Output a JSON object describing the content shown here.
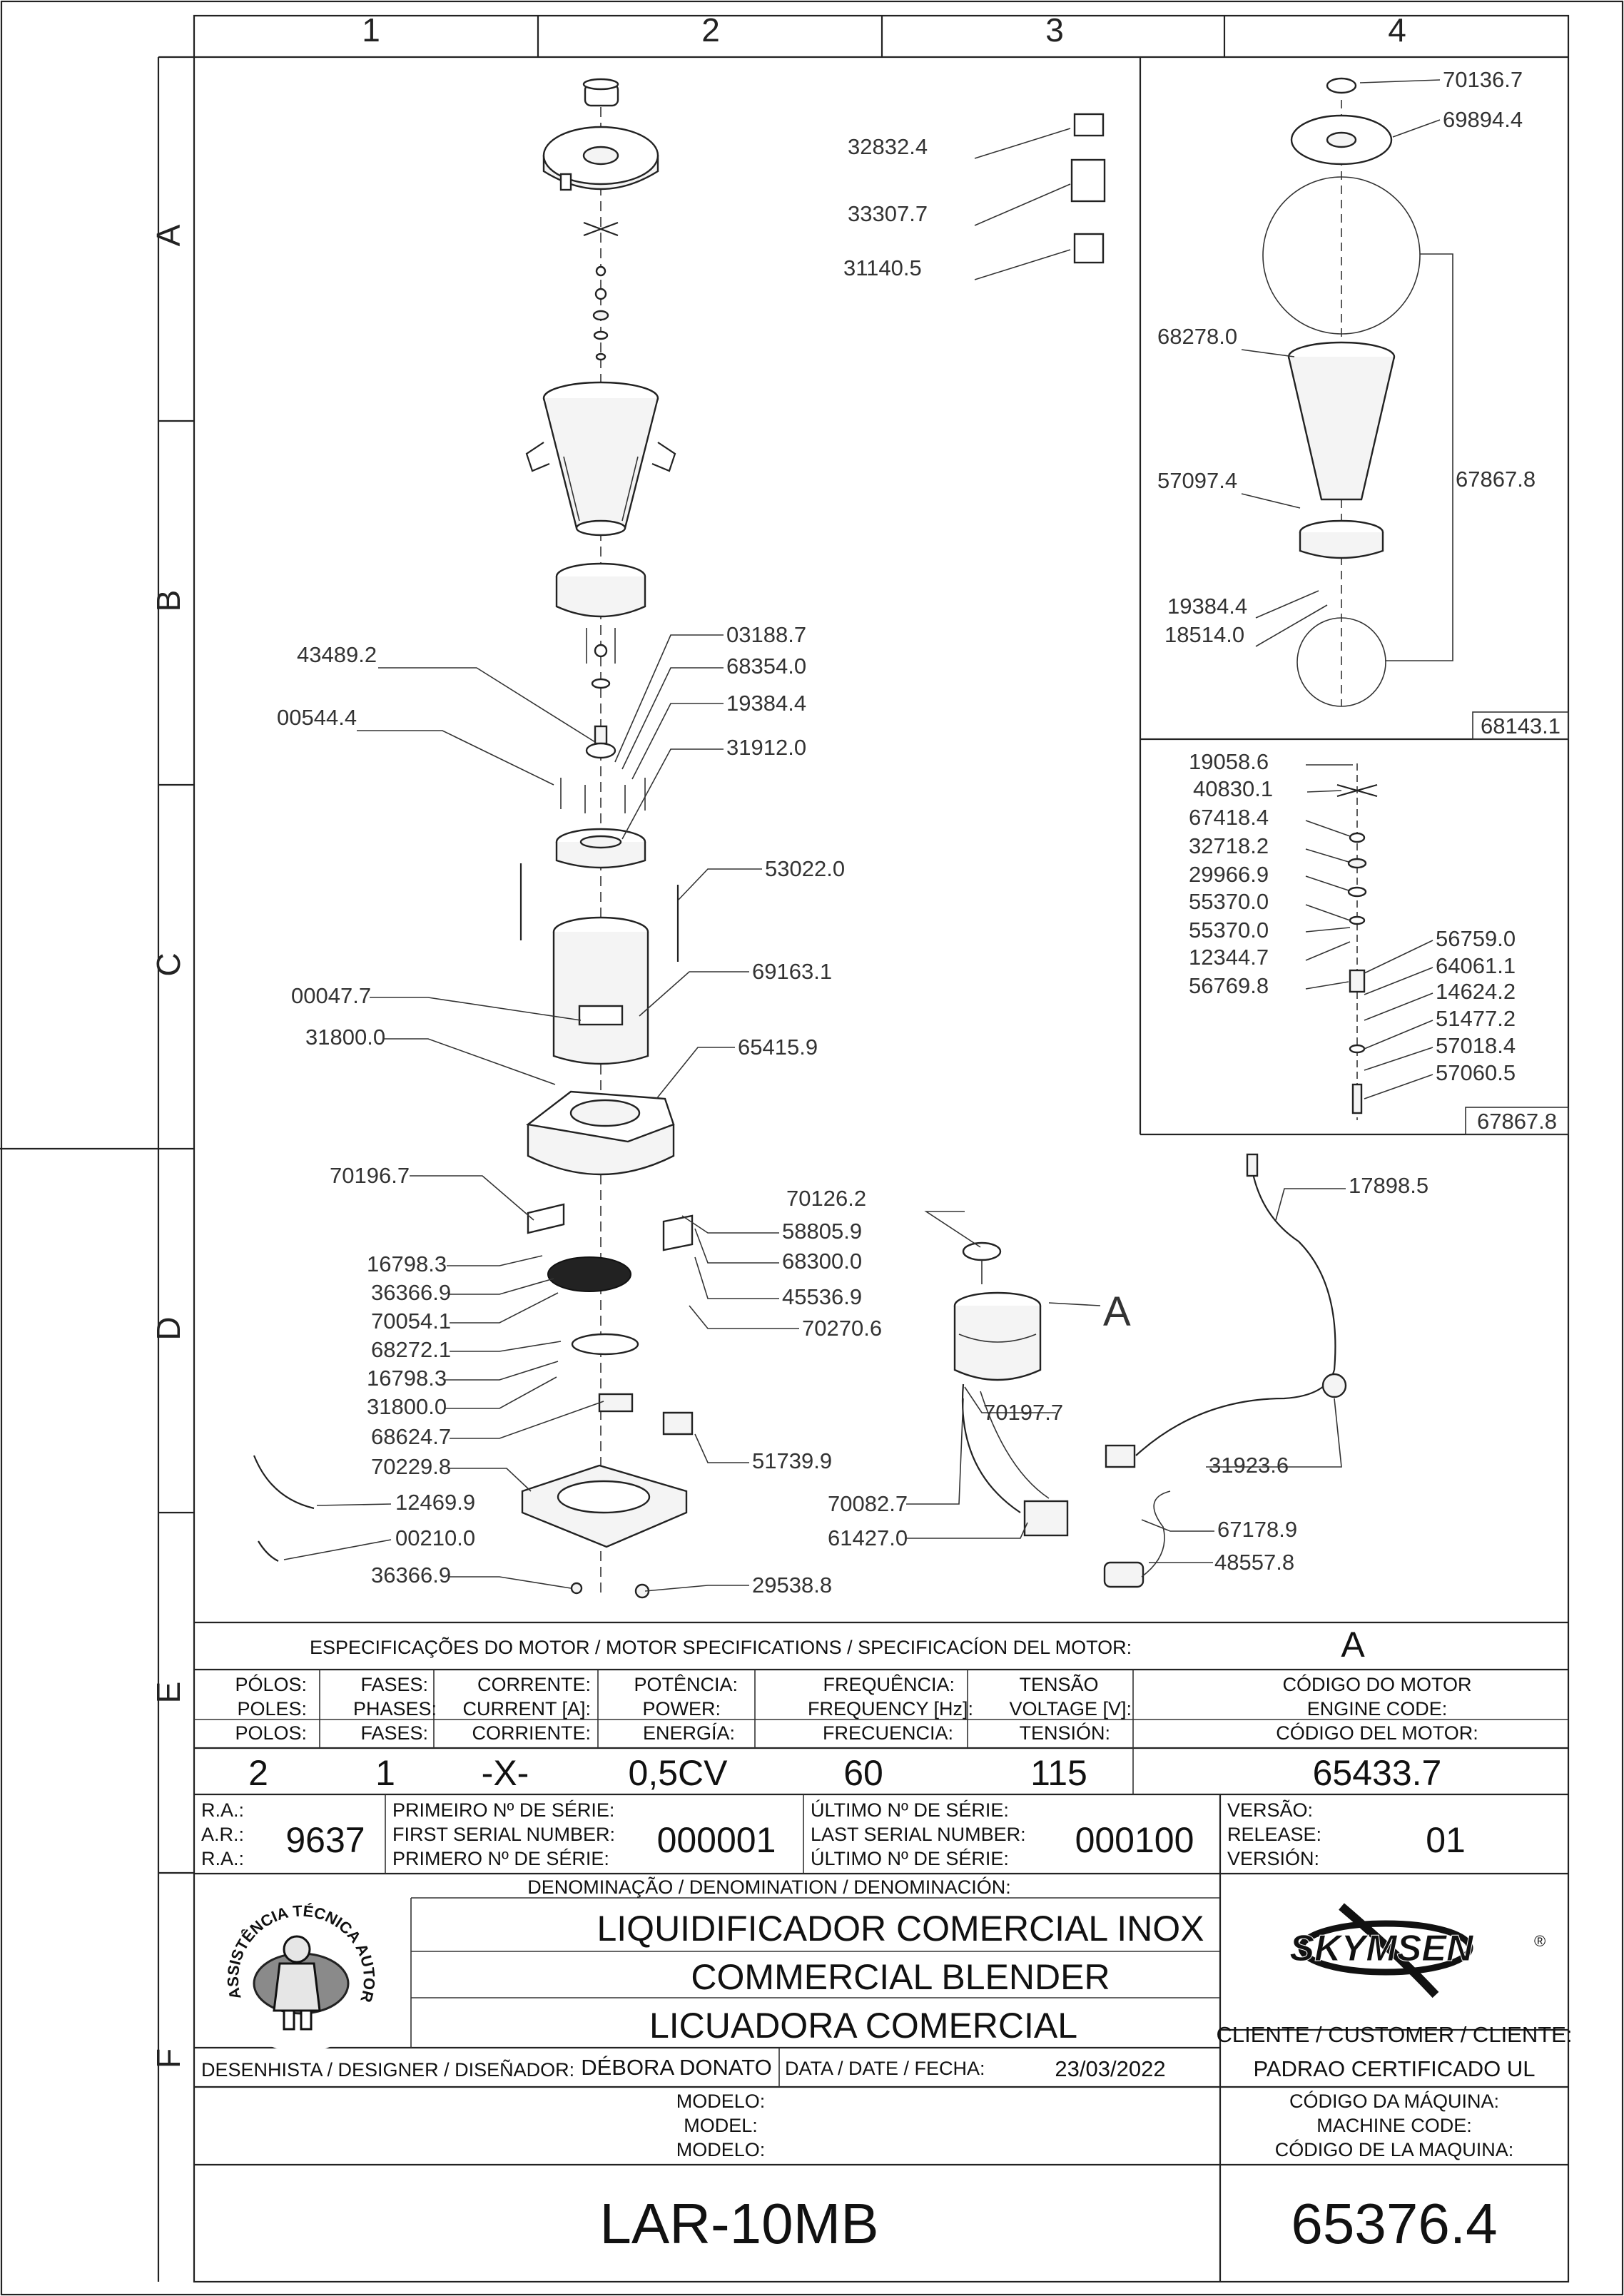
{
  "grid": {
    "columns": [
      "1",
      "2",
      "3",
      "4"
    ],
    "rows": [
      "A",
      "B",
      "C",
      "D",
      "E",
      "F"
    ]
  },
  "callouts": {
    "main": [
      "43489.2",
      "00544.4",
      "03188.7",
      "68354.0",
      "19384.4",
      "31912.0",
      "53022.0",
      "69163.1",
      "00047.7",
      "31800.0",
      "65415.9",
      "70196.7",
      "16798.3",
      "36366.9",
      "70054.1",
      "68272.1",
      "16798.3",
      "31800.0",
      "68624.7",
      "70229.8",
      "12469.9",
      "00210.0",
      "36366.9",
      "29538.8",
      "51739.9",
      "70270.6",
      "45536.9",
      "68300.0",
      "58805.9",
      "70126.2",
      "70197.7",
      "70082.7",
      "61427.0",
      "67178.9",
      "48557.8",
      "31923.6",
      "17898.5"
    ],
    "labels": [
      "32832.4",
      "33307.7",
      "31140.5"
    ],
    "jar": [
      "70136.7",
      "69894.4",
      "68278.0",
      "57097.4",
      "67867.8",
      "19384.4",
      "18514.0"
    ],
    "jar_box": "68143.1",
    "blade": [
      "19058.6",
      "40830.1",
      "67418.4",
      "32718.2",
      "29966.9",
      "55370.0",
      "55370.0",
      "12344.7",
      "56769.8",
      "56759.0",
      "64061.1",
      "14624.2",
      "51477.2",
      "57018.4",
      "57060.5"
    ],
    "blade_box": "67867.8",
    "motor_ref": "A"
  },
  "title_block": {
    "motor_spec_title": "ESPECIFICAÇÕES DO MOTOR / MOTOR SPECIFICATIONS / SPECIFICACÍON DEL MOTOR:",
    "motor_spec_ref": "A",
    "columns": [
      {
        "pt": "PÓLOS:",
        "en": "POLES:",
        "es": "POLOS:",
        "value": "2"
      },
      {
        "pt": "FASES:",
        "en": "PHASES:",
        "es": "FASES:",
        "value": "1"
      },
      {
        "pt": "CORRENTE:",
        "en": "CURRENT [A]:",
        "es": "CORRIENTE:",
        "value": "-X-"
      },
      {
        "pt": "POTÊNCIA:",
        "en": "POWER:",
        "es": "ENERGÍA:",
        "value": "0,5CV"
      },
      {
        "pt": "FREQUÊNCIA:",
        "en": "FREQUENCY [Hz]:",
        "es": "FRECUENCIA:",
        "value": "60"
      },
      {
        "pt": "TENSÃO",
        "en": "VOLTAGE [V]:",
        "es": "TENSIÓN:",
        "value": "115"
      },
      {
        "pt": "CÓDIGO DO MOTOR",
        "en": "ENGINE CODE:",
        "es": "CÓDIGO DEL MOTOR:",
        "value": "65433.7"
      }
    ],
    "ra": {
      "l1": "R.A.:",
      "l2": "A.R.:",
      "l3": "R.A.:",
      "value": "9637"
    },
    "first_serial": {
      "l1": "PRIMEIRO Nº DE SÉRIE:",
      "l2": "FIRST SERIAL NUMBER:",
      "l3": "PRIMERO Nº DE SÉRIE:",
      "value": "000001"
    },
    "last_serial": {
      "l1": "ÚLTIMO Nº DE SÉRIE:",
      "l2": "LAST SERIAL NUMBER:",
      "l3": "ÚLTIMO Nº DE SÉRIE:",
      "value": "000100"
    },
    "version": {
      "l1": "VERSÃO:",
      "l2": "RELEASE:",
      "l3": "VERSIÓN:",
      "value": "01"
    },
    "denomination_label": "DENOMINAÇÃO / DENOMINATION / DENOMINACIÓN:",
    "name_pt": "LIQUIDIFICADOR COMERCIAL INOX",
    "name_en": "COMMERCIAL BLENDER",
    "name_es": "LICUADORA COMERCIAL",
    "brand": "SKYMSEN",
    "brand_mark": "®",
    "seal_text": "ASSISTÊNCIA TÉCNICA AUTORIZADA",
    "client_label": "CLIENTE / CUSTOMER / CLIENTE:",
    "client_value": "PADRAO CERTIFICADO UL",
    "designer_label": "DESENHISTA / DESIGNER / DISEÑADOR:",
    "designer": "DÉBORA DONATO",
    "date_label": "DATA / DATE / FECHA:",
    "date": "23/03/2022",
    "model_l1": "MODELO:",
    "model_l2": "MODEL:",
    "model_l3": "MODELO:",
    "model": "LAR-10MB",
    "machine_l1": "CÓDIGO DA MÁQUINA:",
    "machine_l2": "MACHINE CODE:",
    "machine_l3": "CÓDIGO DE LA MAQUINA:",
    "machine_code": "65376.4"
  }
}
